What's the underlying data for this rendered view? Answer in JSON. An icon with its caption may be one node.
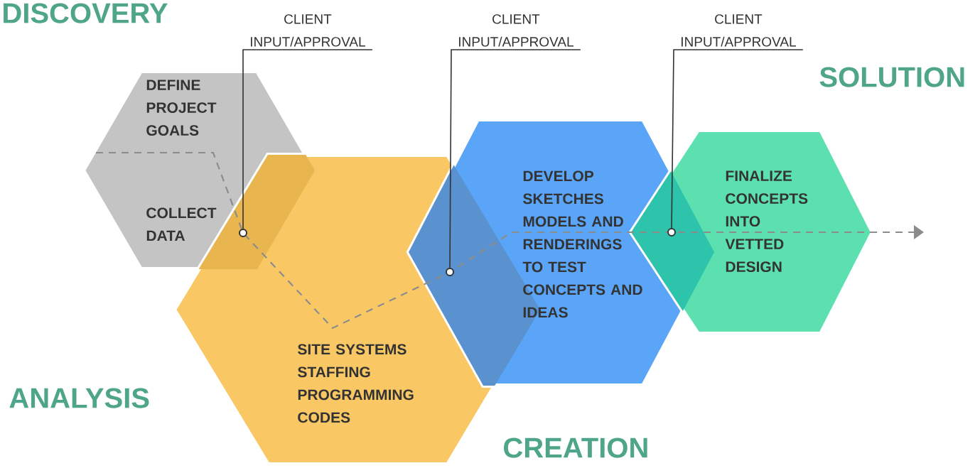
{
  "diagram": {
    "nodes": [
      {
        "text": [
          "DEFINE PROJECT GOALS",
          "COLLECT DATA"
        ]
      },
      {
        "text": [
          "SITE SYSTEMS STAFFING PROGRAMMING CODES"
        ]
      },
      {
        "text": [
          "DEVELOP SKETCHES MODELS AND RENDERINGS TO TEST CONCEPTS AND IDEAS"
        ]
      },
      {
        "text": [
          "FINALIZE CONCEPTS INTO VETTED DESIGN"
        ]
      },
      {
        "text": [
          "CLIENT INPUT/APPROVAL"
        ]
      },
      {
        "text": [
          "CLIENT INPUT/APPROVAL"
        ]
      },
      {
        "text": [
          "CLIENT INPUT/APPROVAL"
        ]
      },
      {
        "text": [],
        "shape": "circle"
      },
      {
        "text": [],
        "shape": "circle"
      },
      {
        "text": [],
        "shape": "circle"
      }
    ],
    "edges": [
      {
        "from": 4,
        "to": 7,
        "arrow": "none"
      },
      {
        "from": 5,
        "to": 8,
        "arrow": "none"
      },
      {
        "from": 6,
        "to": 9,
        "arrow": "none"
      }
    ],
    "labels": [
      "DISCOVERY",
      "SOLUTION",
      "ANALYSIS",
      "CREATION"
    ]
  }
}
